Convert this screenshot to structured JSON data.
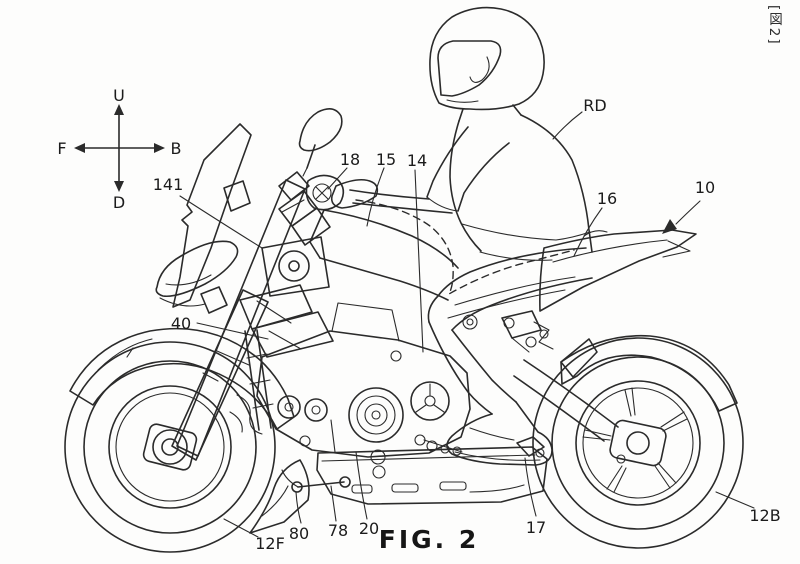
{
  "figure": {
    "corner_tag": "[図2]",
    "caption": "FIG. 2"
  },
  "compass": {
    "up": "U",
    "down": "D",
    "front": "F",
    "back": "B"
  },
  "labels": {
    "r141": "141",
    "r18": "18",
    "r15": "15",
    "r14": "14",
    "rd": "RD",
    "r16": "16",
    "r10": "10",
    "r40": "40",
    "r80": "80",
    "r78": "78",
    "r20": "20",
    "r17": "17",
    "r12f": "12F",
    "r12b": "12B"
  },
  "colors": {
    "line": "#2b2b2b",
    "background": "#fdfdfc"
  }
}
